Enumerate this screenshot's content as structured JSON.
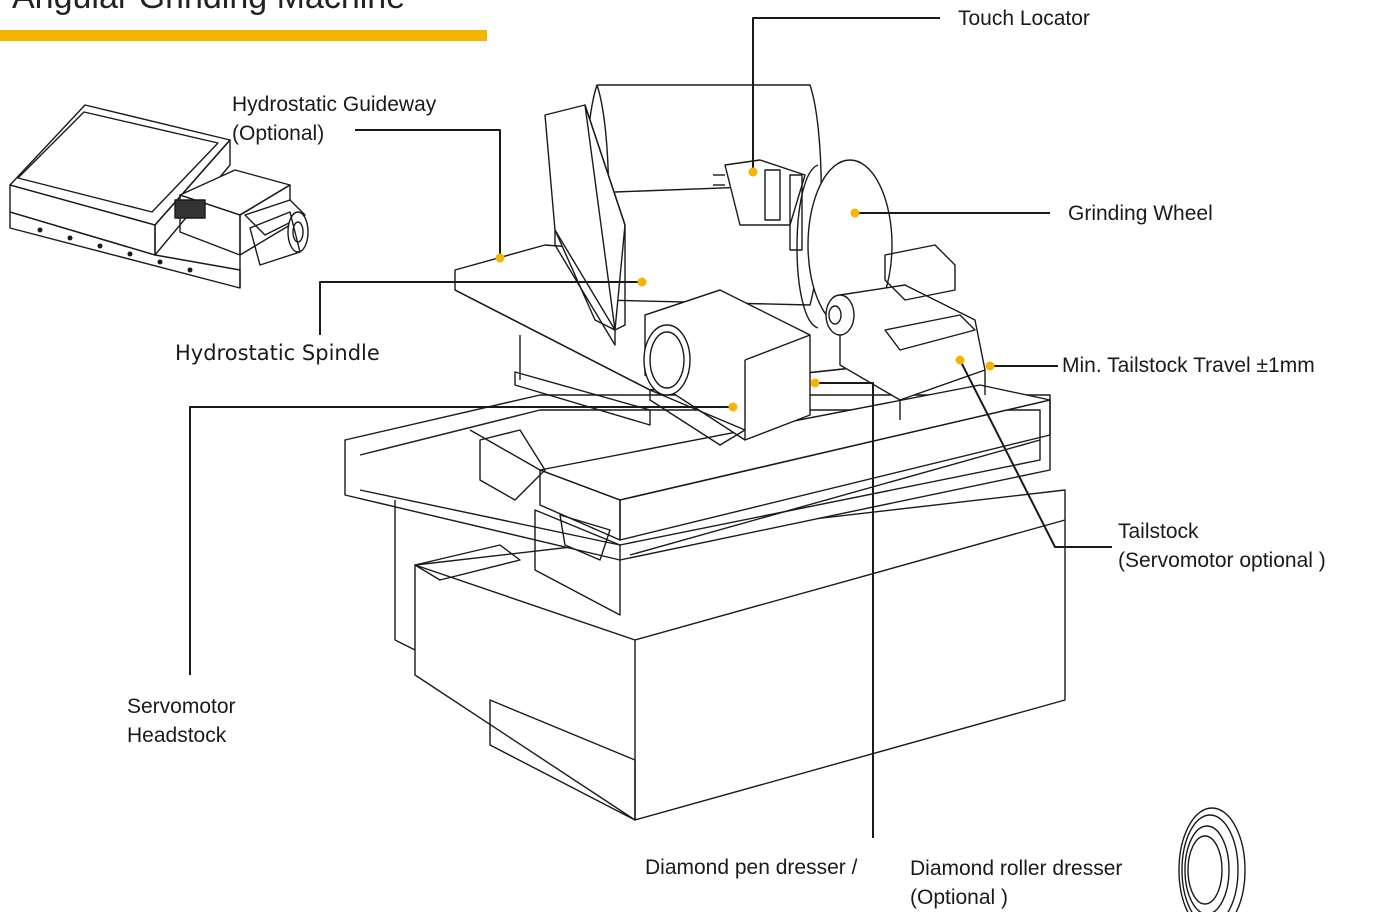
{
  "title": "Angular Grinding Machine",
  "accent_color": "#F5B400",
  "labels": {
    "touch_locator": "Touch Locator",
    "hydrostatic_guideway": {
      "line1": "Hydrostatic Guideway",
      "line2": "(Optional)"
    },
    "grinding_wheel": "Grinding Wheel",
    "hydrostatic_spindle": "Hydrostatic Spindle",
    "tailstock_travel": "Min. Tailstock Travel ±1mm",
    "tailstock": {
      "line1": "Tailstock",
      "line2": "(Servomotor optional )"
    },
    "servomotor_headstock": {
      "line1": "Servomotor",
      "line2": "Headstock"
    },
    "diamond_pen": "Diamond pen dresser /",
    "diamond_roller": {
      "line1": "Diamond roller dresser",
      "line2": "(Optional )"
    }
  }
}
